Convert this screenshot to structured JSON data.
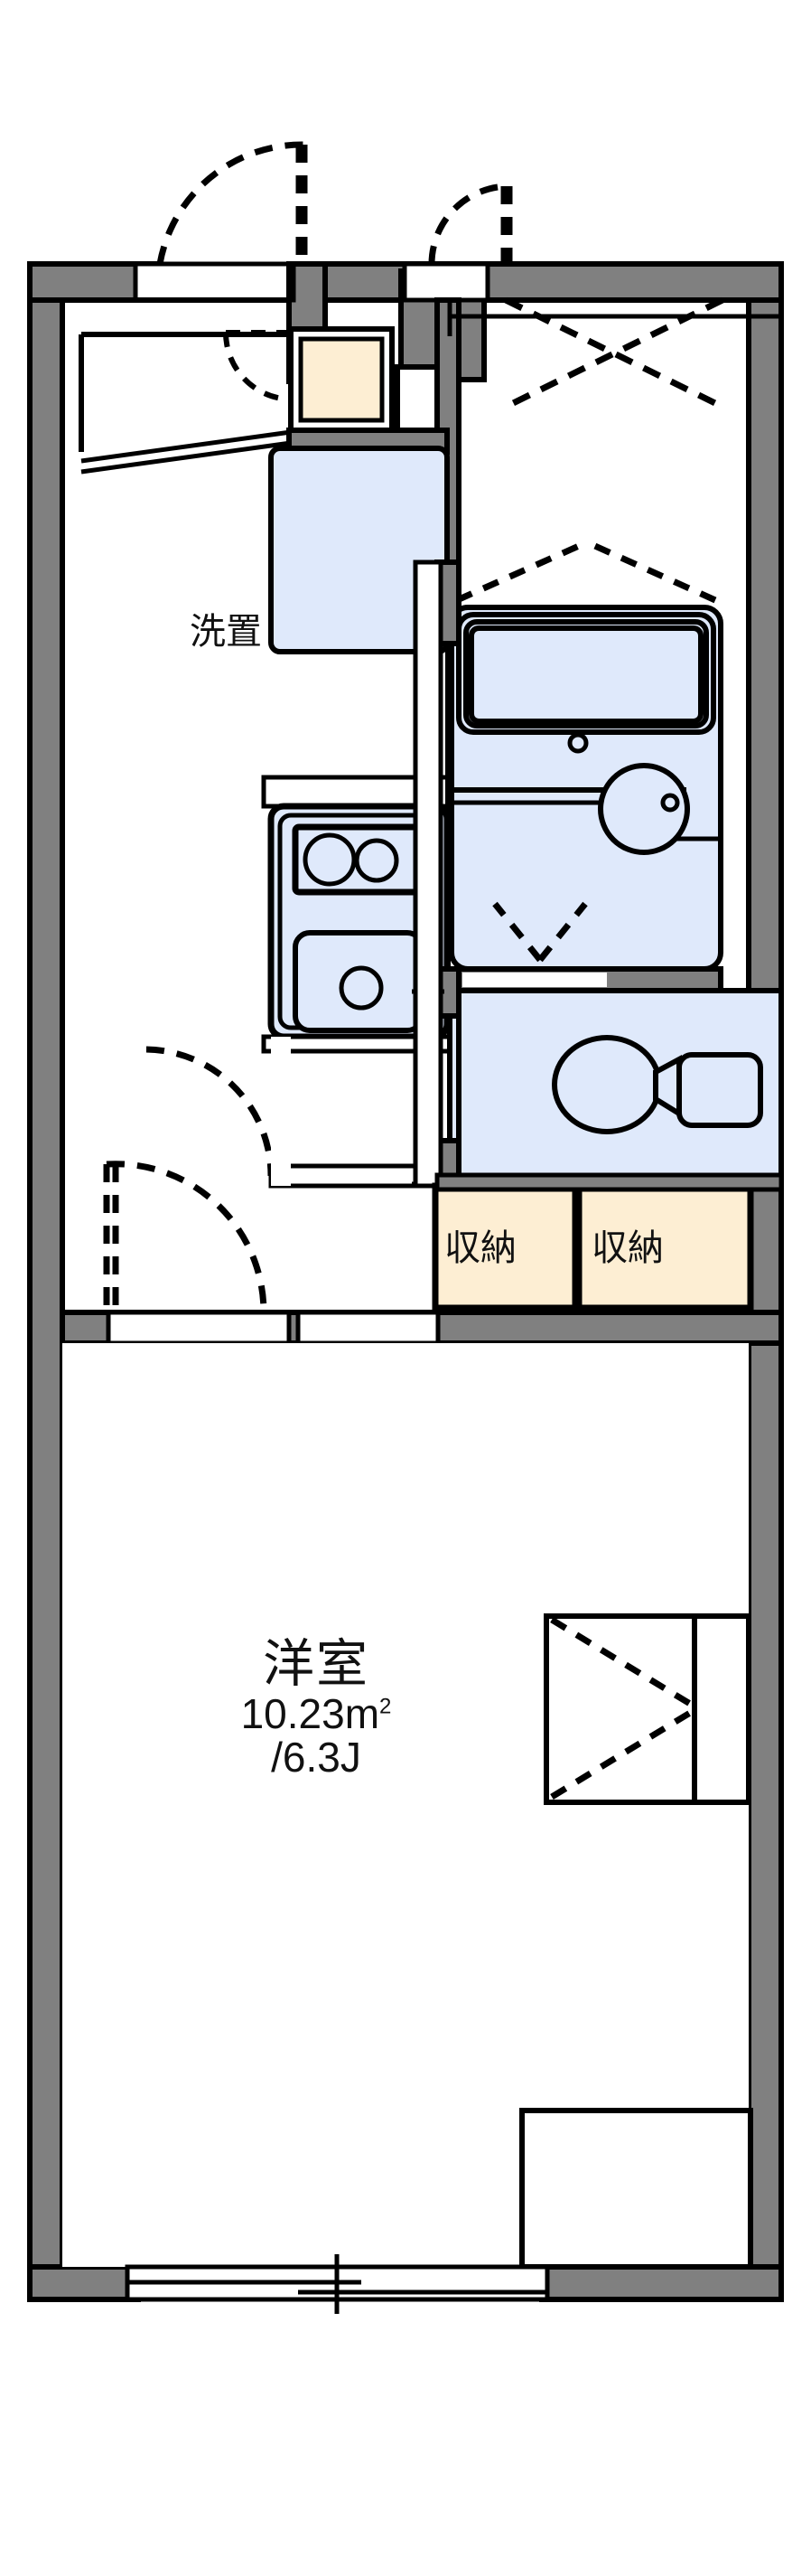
{
  "plan": {
    "type": "japanese-apartment-floor-plan",
    "layout_code": "1K",
    "colors": {
      "wall_fill": "#808080",
      "wall_stroke": "#000000",
      "water_fill": "#dfe9fb",
      "storage_fill": "#fdeed3",
      "background": "#ffffff",
      "line": "#000000"
    },
    "rooms": [
      {
        "id": "main-room",
        "name": "洋室",
        "area_label": "10.23m",
        "area_sup": "2",
        "tatami_label": "/6.3J",
        "area_m2": 10.23,
        "tatami": 6.3
      },
      {
        "id": "washer-space",
        "name": "洗置"
      },
      {
        "id": "closet-left",
        "name": "収納"
      },
      {
        "id": "closet-right",
        "name": "収納"
      }
    ],
    "fixtures": [
      {
        "id": "bathtub",
        "name": "bathtub"
      },
      {
        "id": "bath-sink",
        "name": "bath-sink"
      },
      {
        "id": "toilet",
        "name": "toilet"
      },
      {
        "id": "toilet-tank",
        "name": "toilet-tank"
      },
      {
        "id": "stove",
        "name": "two-burner-stove"
      },
      {
        "id": "kitchen-sink",
        "name": "kitchen-sink"
      },
      {
        "id": "shoe-box",
        "name": "shoe-box"
      },
      {
        "id": "entrance-door",
        "name": "entrance-door"
      },
      {
        "id": "balcony-window",
        "name": "balcony-sliding-window"
      },
      {
        "id": "room-closet",
        "name": "room-closet-folding-door"
      }
    ]
  }
}
